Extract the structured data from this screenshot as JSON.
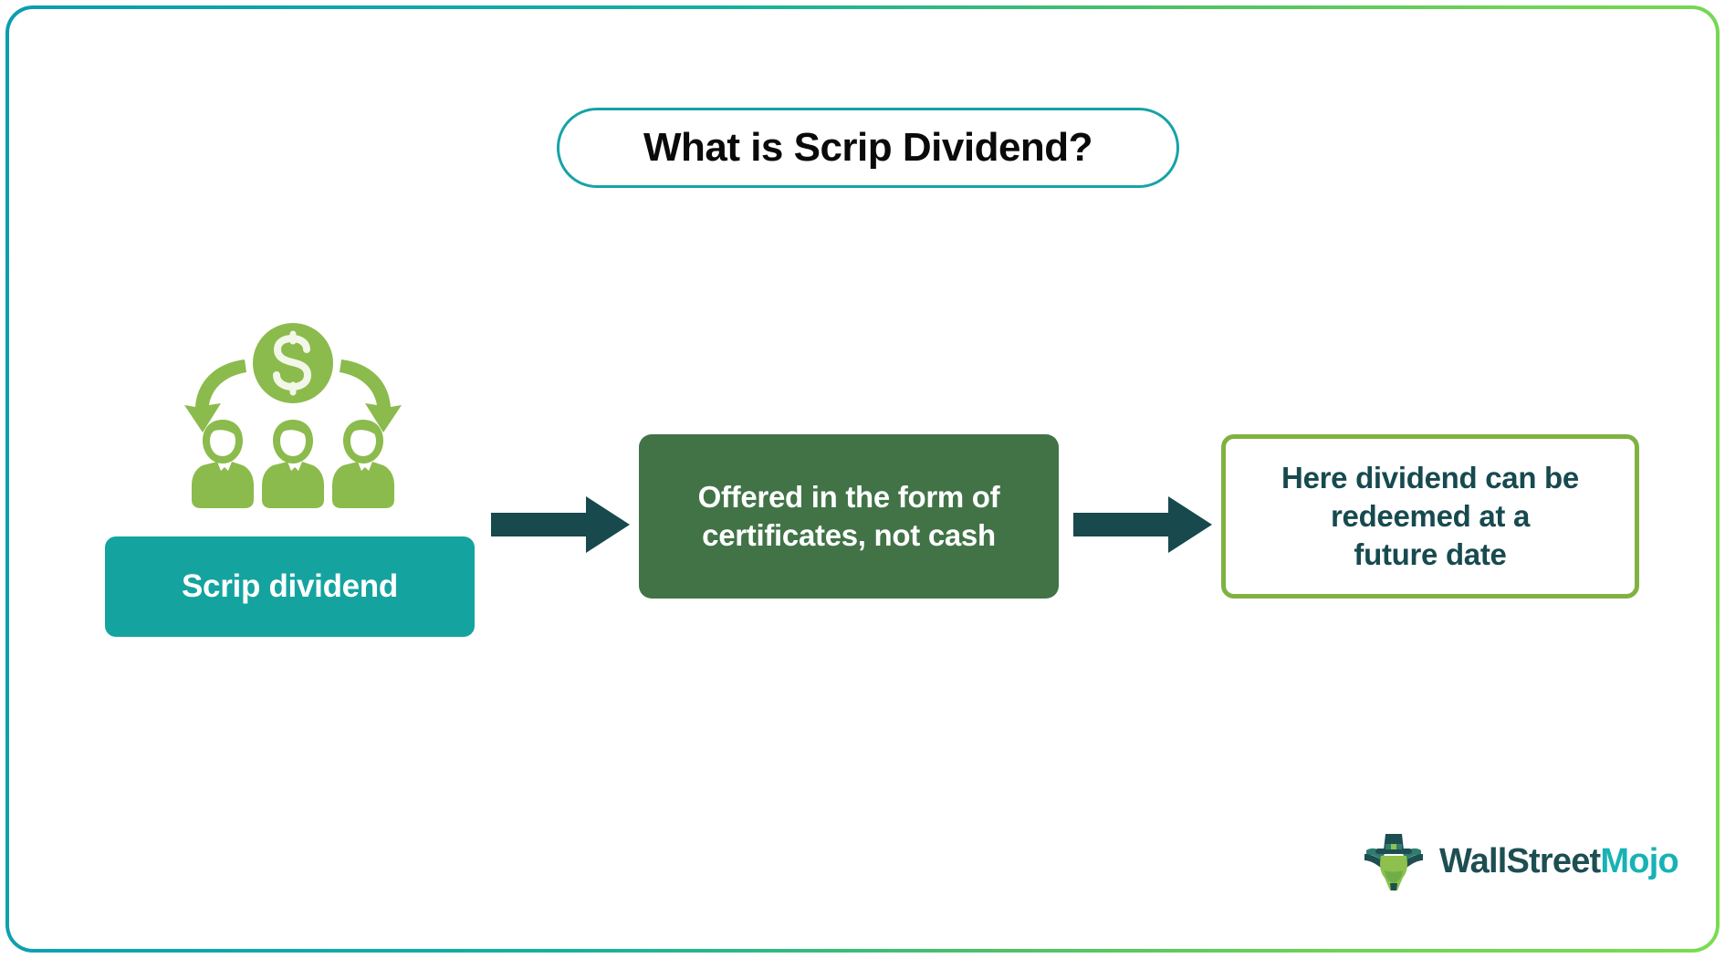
{
  "title": {
    "text": "What is Scrip Dividend?"
  },
  "theme": {
    "frame_gradient_start": "#0d9cb0",
    "frame_gradient_end": "#79dc4f",
    "title_border": "#17a2a8",
    "teal_box": "#15a3a0",
    "green_box": "#417347",
    "outline_box_border": "#7fb241",
    "outline_box_text": "#174a4f",
    "arrow": "#17494d",
    "icon_green": "#8bbb4c"
  },
  "diagram": {
    "icons": {
      "money_icon_name": "dollar-coin-icon",
      "people_icon_name": "three-shareholders-icon",
      "distribution_arrows_name": "distribution-arrows-icon"
    },
    "steps": [
      {
        "id": "step-one",
        "label": "Scrip dividend",
        "lines": [
          "Scrip dividend"
        ],
        "style": "teal-filled"
      },
      {
        "id": "step-two",
        "label": "Offered in the form of certificates, not cash",
        "lines": [
          "Offered in the form of",
          "certificates, not cash"
        ],
        "style": "green-filled"
      },
      {
        "id": "step-three",
        "label": "Here dividend can be redeemed at a future date",
        "lines": [
          "Here dividend can be",
          "redeemed at a",
          "future date"
        ],
        "style": "green-outlined"
      }
    ],
    "connectors": [
      {
        "id": "arrow-one",
        "from": "step-one",
        "to": "step-two",
        "name": "right-arrow-icon"
      },
      {
        "id": "arrow-two",
        "from": "step-two",
        "to": "step-three",
        "name": "right-arrow-icon"
      }
    ]
  },
  "brand": {
    "mark_name": "bull-top-hat-logo-icon",
    "name_part_one": "WallStreet",
    "name_part_two": "Mojo"
  }
}
